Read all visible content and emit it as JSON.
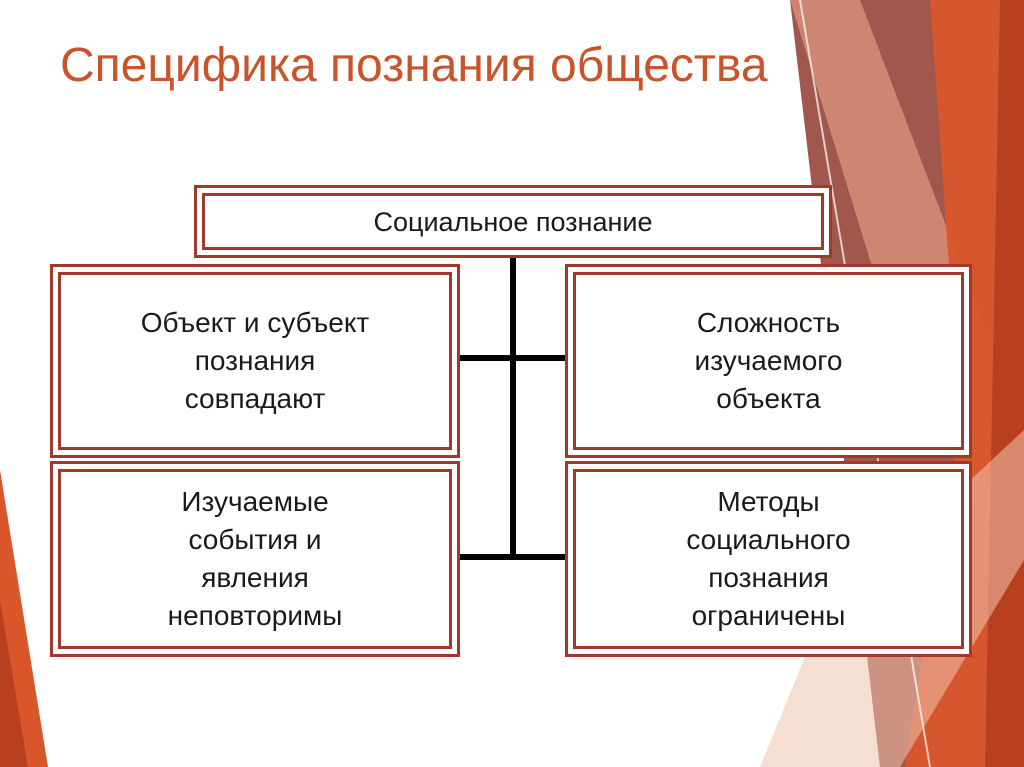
{
  "slide": {
    "title": "Специфика познания общества"
  },
  "diagram": {
    "root": "Социальное познание",
    "nodes": [
      {
        "id": "top-left",
        "label": "Объект и субъект\nпознания\nсовпадают"
      },
      {
        "id": "top-right",
        "label": "Сложность\nизучаемого\nобъекта"
      },
      {
        "id": "bottom-left",
        "label": "Изучаемые\nсобытия и\nявления\nнеповторимы"
      },
      {
        "id": "bottom-right",
        "label": "Методы\nсоциального\nпознания\nограничены"
      }
    ]
  },
  "colors": {
    "title": "#c9532a",
    "box_border": "#a0392a",
    "connector": "#000000",
    "accent_orange": "#d9562b",
    "accent_brown": "#8f3a2e"
  }
}
